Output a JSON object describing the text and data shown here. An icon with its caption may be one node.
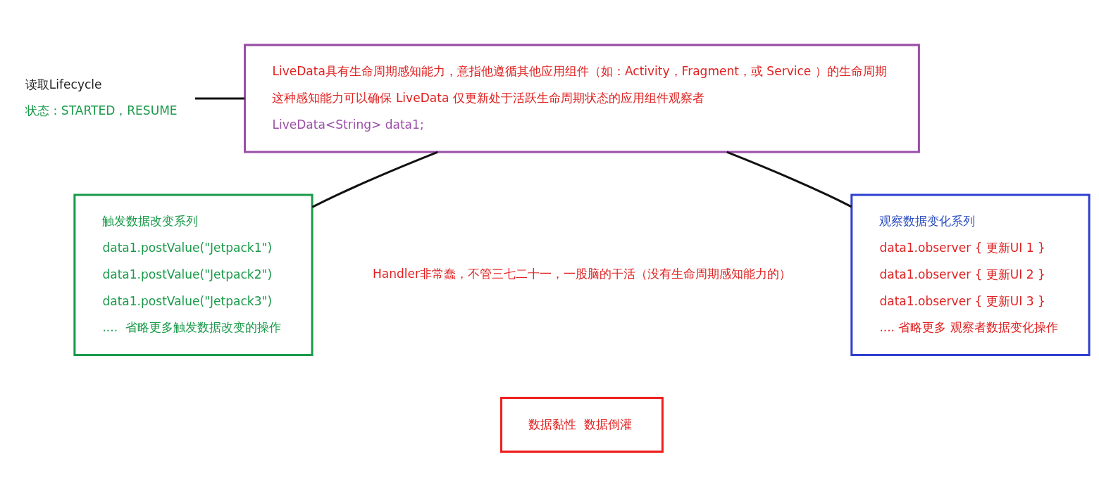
{
  "diagram": {
    "nodes": [
      {
        "text": [
          "读取Lifecycle",
          "状态：STARTED，RESUME"
        ]
      },
      {
        "text": [
          "LiveData具有生命周期感知能力，意指他遵循其他应用组件（如：Activity，Fragment，或 Service ）的生命周期",
          "这种感知能力可以确保 LiveData 仅更新处于活跃生命周期状态的应用组件观察者",
          "LiveData<String> data1;"
        ]
      },
      {
        "text": [
          "触发数据改变系列",
          "data1.postValue(\"Jetpack1\")",
          "data1.postValue(\"Jetpack2\")",
          "data1.postValue(\"Jetpack3\")",
          "....  省略更多触发数据改变的操作"
        ]
      },
      {
        "text": [
          "观察数据变化系列",
          "data1.observer { 更新UI 1 }",
          "data1.observer { 更新UI 2 }",
          "data1.observer { 更新UI 3 }",
          ".... 省略更多 观察者数据变化操作"
        ]
      },
      {
        "text": [
          "数据黏性  数据倒灌"
        ]
      }
    ],
    "edges": [
      {
        "from": 0,
        "to": 1,
        "arrow": "none"
      },
      {
        "from": 2,
        "to": 1,
        "arrow": "none"
      },
      {
        "from": 1,
        "to": 3,
        "arrow": "none"
      }
    ],
    "labels": [
      "Handler非常蠢，不管三七二十一，一股脑的干活（没有生命周期感知能力的）"
    ]
  }
}
